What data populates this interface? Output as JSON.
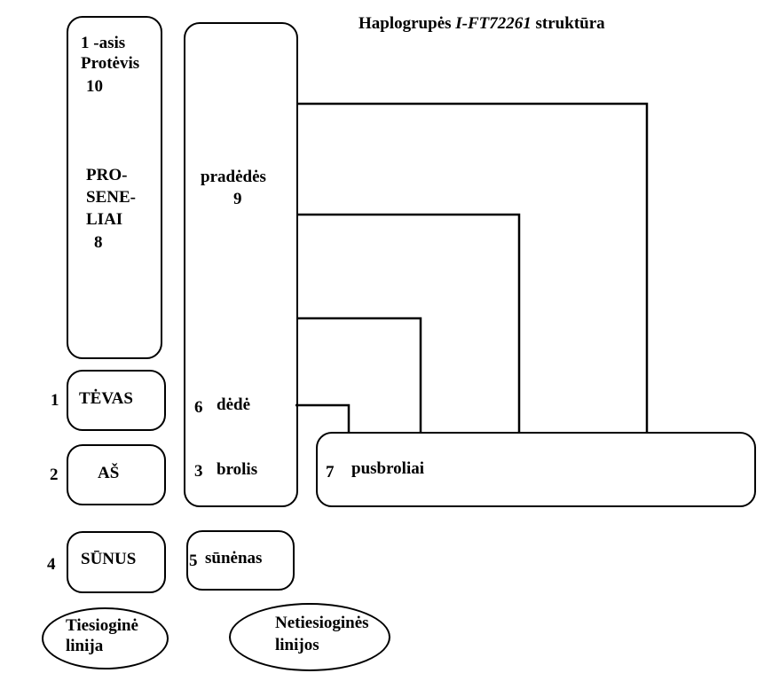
{
  "title": {
    "prefix": "Haplogrupės ",
    "haplogroup": "I-FT72261",
    "suffix": " struktūra"
  },
  "nodes": {
    "ancestor": {
      "line1": "1 -asis",
      "line2": "Protėvis",
      "number": "10"
    },
    "prosenelia": {
      "line1": "PRO-",
      "line2": "SENE-",
      "line3": "LIAI",
      "number": "8"
    },
    "pradedes": {
      "label": "pradėdės",
      "number": "9"
    },
    "tevas": {
      "number": "1",
      "label": "TĖVAS"
    },
    "as": {
      "number": "2",
      "label": "AŠ"
    },
    "sunus": {
      "number": "4",
      "label": "SŪNUS"
    },
    "dede": {
      "number": "6",
      "label": "dėdė"
    },
    "brolis": {
      "number": "3",
      "label": "brolis"
    },
    "sunenas": {
      "number": "5",
      "label": "sūnėnas"
    },
    "pusbroliai": {
      "number": "7",
      "label": "pusbroliai"
    }
  },
  "legend": {
    "direct": {
      "line1": "Tiesioginė",
      "line2": "linija"
    },
    "indirect": {
      "line1": "Netiesioginės",
      "line2": "linijos"
    }
  }
}
